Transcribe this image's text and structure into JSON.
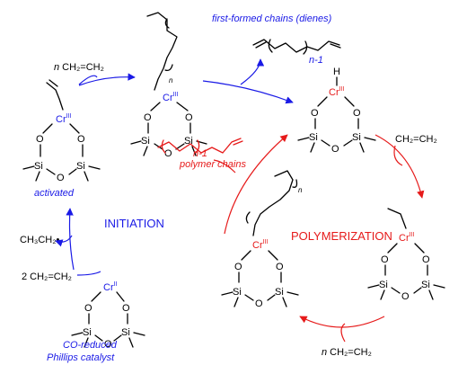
{
  "labels": {
    "first_formed": "first-formed chains (dienes)",
    "n_minus_1_top": "n-1",
    "n_ethylene_top_n": "n",
    "n_ethylene_top": "CH₂=CH₂",
    "activated": "activated",
    "initiation": "INITIATION",
    "polymerization": "POLYMERIZATION",
    "polymer_chains": "polymer chains",
    "n_minus_1_red": "n-1",
    "ethylene_right": "CH₂=CH₂",
    "ethyl_radical": "CH₃CH₂•",
    "two_ethylene": "2 CH₂=CH₂",
    "n_ethylene_bottom_n": "n",
    "n_ethylene_bottom": "CH₂=CH₂",
    "co_reduced": "CO-reduced",
    "phillips": "Phillips catalyst"
  },
  "atoms": {
    "O": "O",
    "Si": "Si",
    "Cr": "Cr",
    "H": "H",
    "n_sub": "n"
  },
  "oxidation": {
    "cr3": "III",
    "cr2": "II"
  },
  "colors": {
    "blue": "#1a1ae6",
    "red": "#e61a1a",
    "black": "#000000"
  }
}
